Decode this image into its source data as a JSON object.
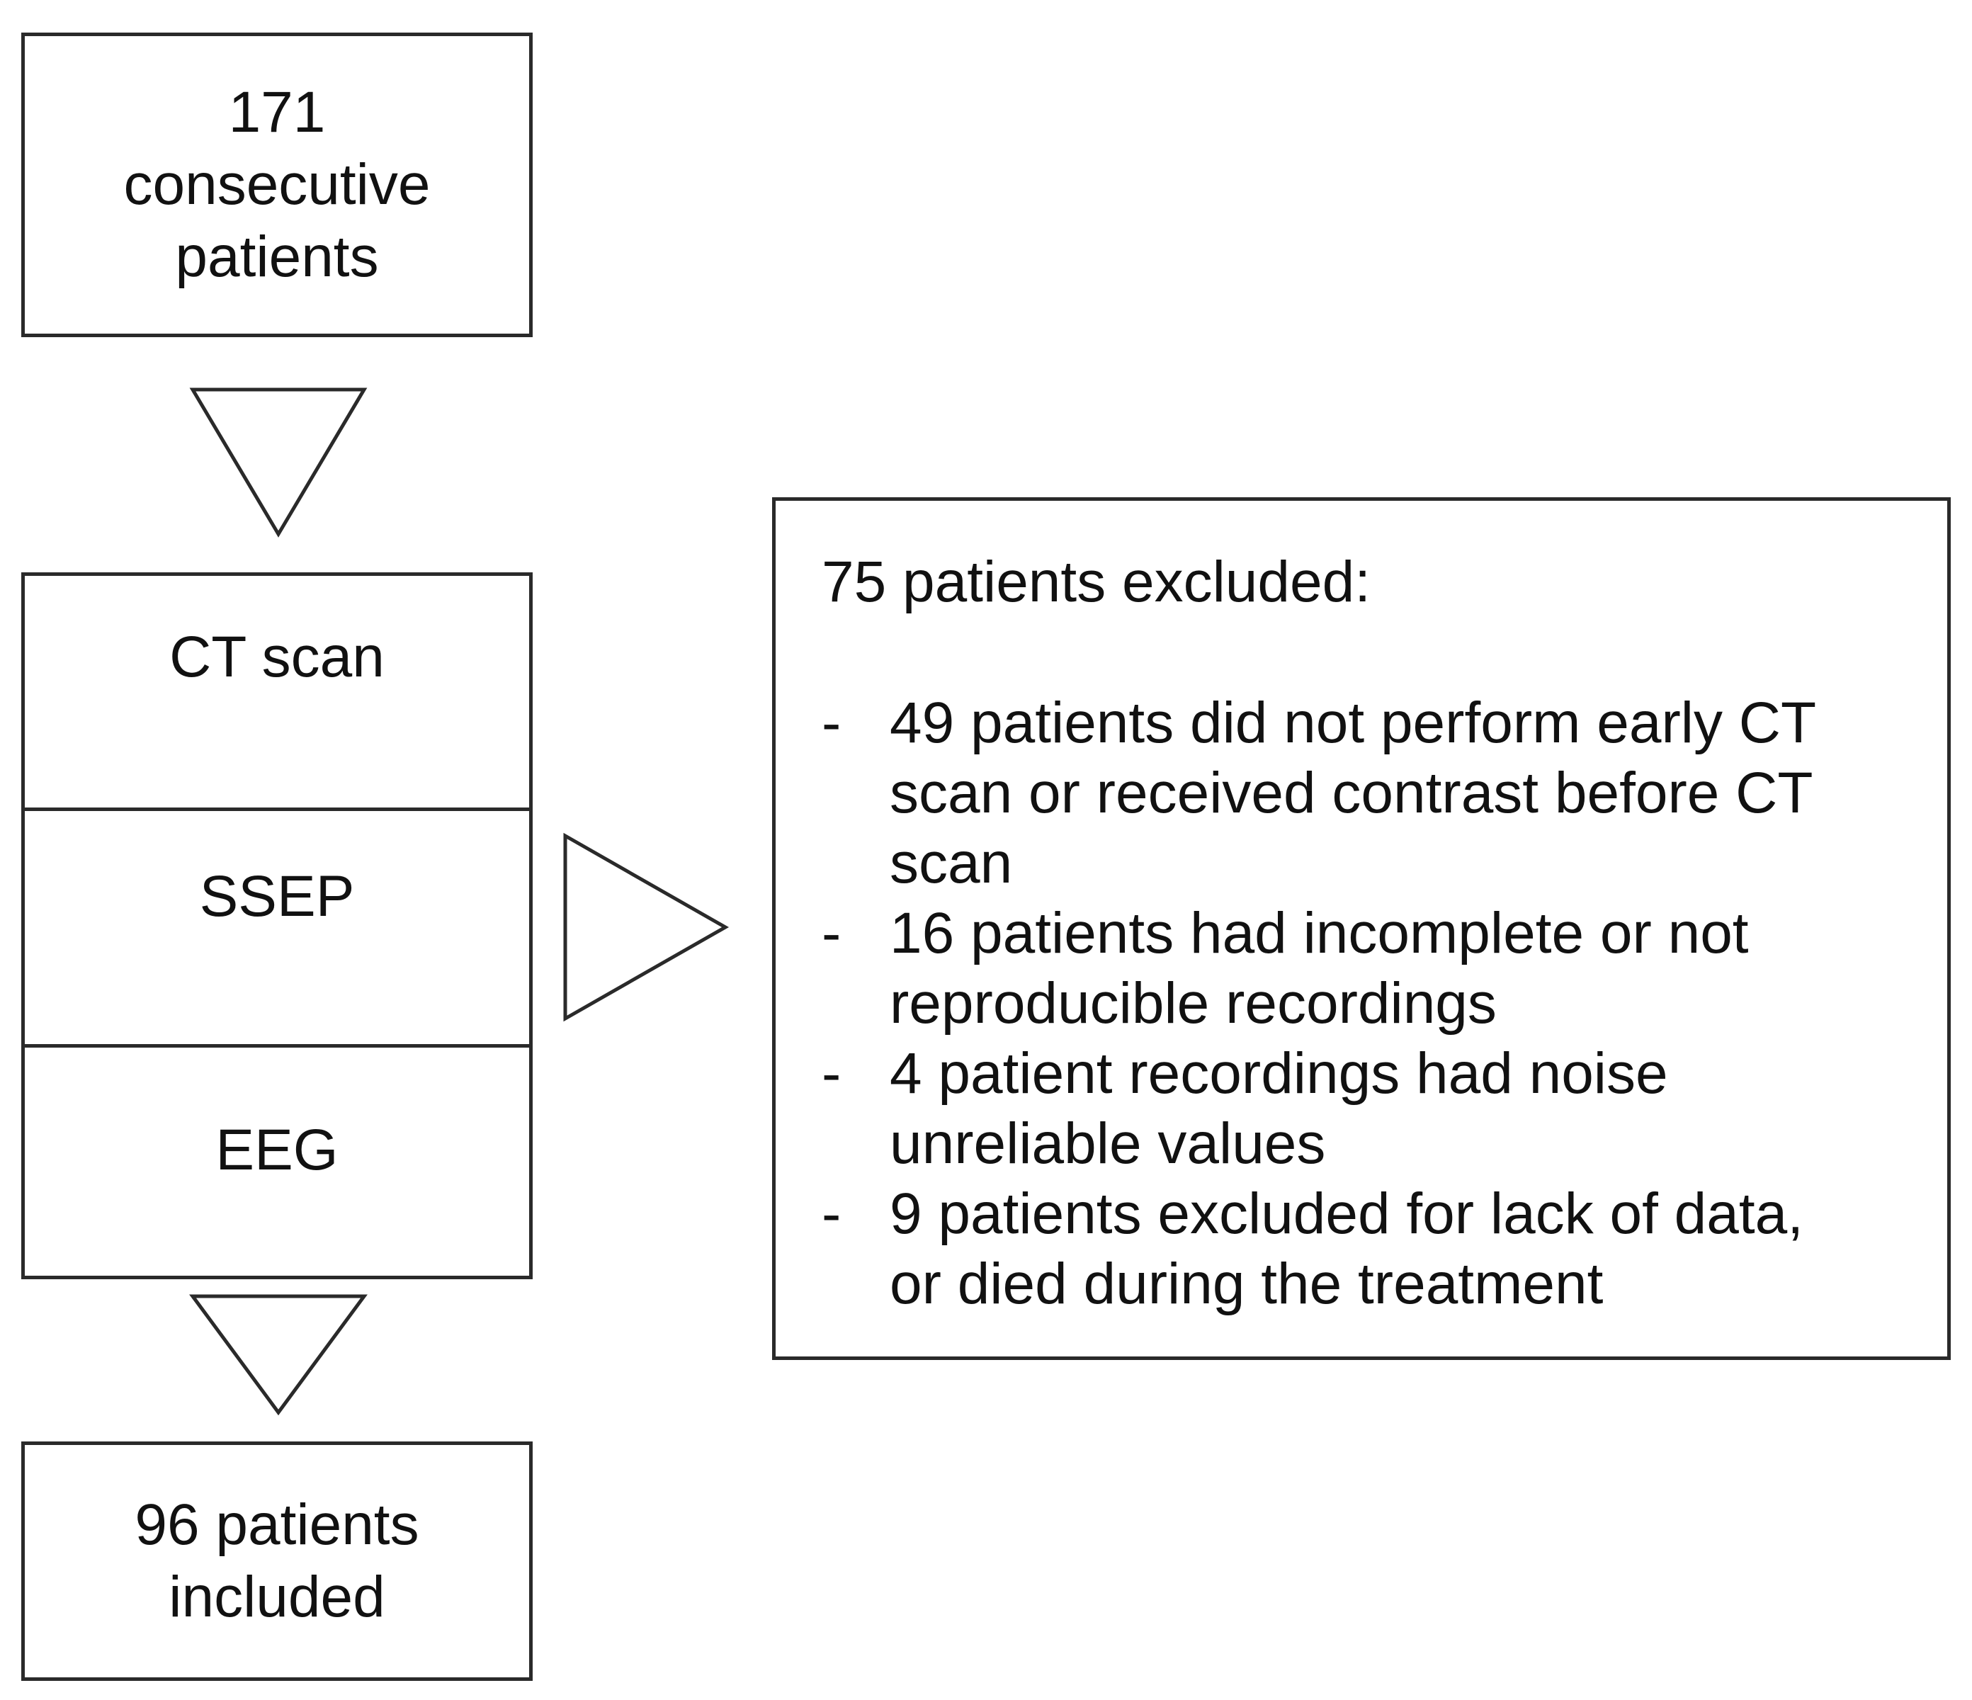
{
  "start_box": {
    "lines": [
      "171",
      "consecutive",
      "patients"
    ]
  },
  "assessment_box": {
    "ct": "CT scan",
    "ssep": "SSEP",
    "eeg": "EEG"
  },
  "end_box": {
    "lines": [
      "96 patients",
      "included"
    ]
  },
  "exclusion_box": {
    "heading": "75 patients excluded:",
    "items": [
      {
        "dash": "-",
        "lines": [
          "49 patients did not perform early CT",
          "scan or received contrast before CT",
          "scan"
        ]
      },
      {
        "dash": "-",
        "lines": [
          "16 patients had incomplete or not",
          "reproducible recordings"
        ]
      },
      {
        "dash": "-",
        "lines": [
          "4 patient recordings had noise",
          "unreliable values"
        ]
      },
      {
        "dash": "-",
        "lines": [
          "9 patients excluded for lack of data,",
          "or died during the treatment"
        ]
      }
    ]
  }
}
